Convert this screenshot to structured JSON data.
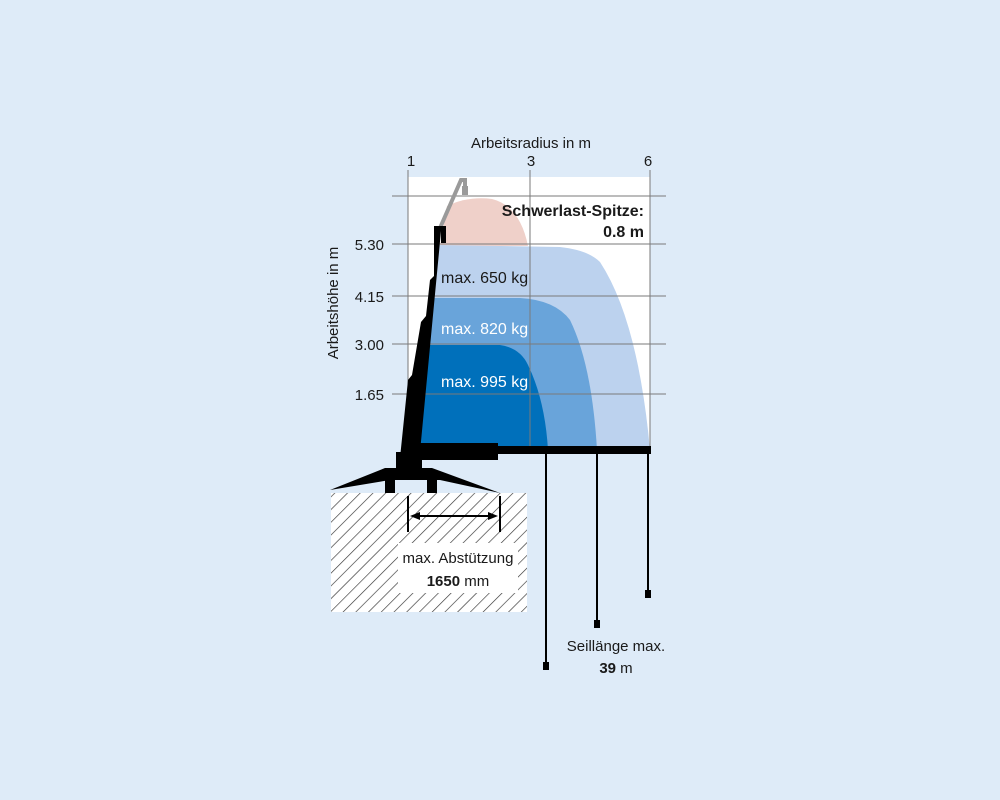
{
  "x_axis": {
    "title": "Arbeitsradius in m",
    "ticks": [
      "1",
      "3",
      "6"
    ]
  },
  "y_axis": {
    "title": "Arbeitshöhe in m",
    "ticks": [
      "5.30",
      "4.15",
      "3.00",
      "1.65"
    ]
  },
  "zones": [
    {
      "label": "max. 650 kg",
      "color": "#bcd2ee"
    },
    {
      "label": "max. 820 kg",
      "color": "#69a4da"
    },
    {
      "label": "max. 995 kg",
      "color": "#0070bb"
    }
  ],
  "tip": {
    "title": "Schwerlast-Spitze:",
    "value": "0.8 m",
    "color": "#efd0c9"
  },
  "outrigger": {
    "label": "max. Abstützung",
    "value": "1650",
    "unit": "mm"
  },
  "rope": {
    "label": "Seillänge max.",
    "value": "39",
    "unit": "m"
  }
}
